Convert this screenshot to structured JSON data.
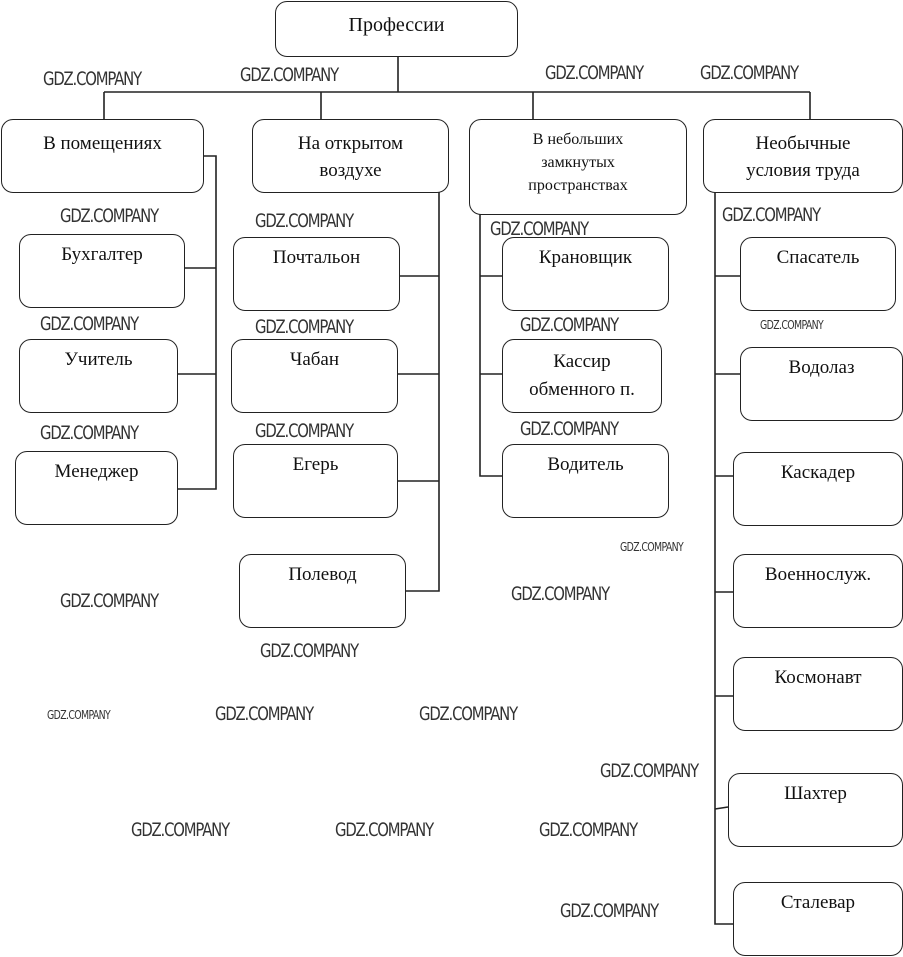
{
  "root": {
    "label": "Профессии"
  },
  "categories": [
    {
      "label": "В помещениях",
      "items": [
        "Бухгалтер",
        "Учитель",
        "Менеджер"
      ]
    },
    {
      "label_lines": [
        "На открытом",
        "воздухе"
      ],
      "items": [
        "Почтальон",
        "Чабан",
        "Егерь",
        "Полевод"
      ]
    },
    {
      "label_lines": [
        "В небольших",
        "замкнутых",
        "пространствах"
      ],
      "items": [
        [
          "Крановщик"
        ],
        [
          "Кассир",
          "обменного п."
        ],
        [
          "Водитель"
        ]
      ]
    },
    {
      "label_lines": [
        "Необычные",
        "условия труда"
      ],
      "items": [
        "Спасатель",
        "Водолаз",
        "Каскадер",
        "Военнослуж.",
        "Космонавт",
        "Шахтер",
        "Сталевар"
      ]
    }
  ],
  "watermark": {
    "text": "GDZ.COMPANY"
  },
  "colors": {
    "stroke": "#222222",
    "background": "#ffffff"
  }
}
